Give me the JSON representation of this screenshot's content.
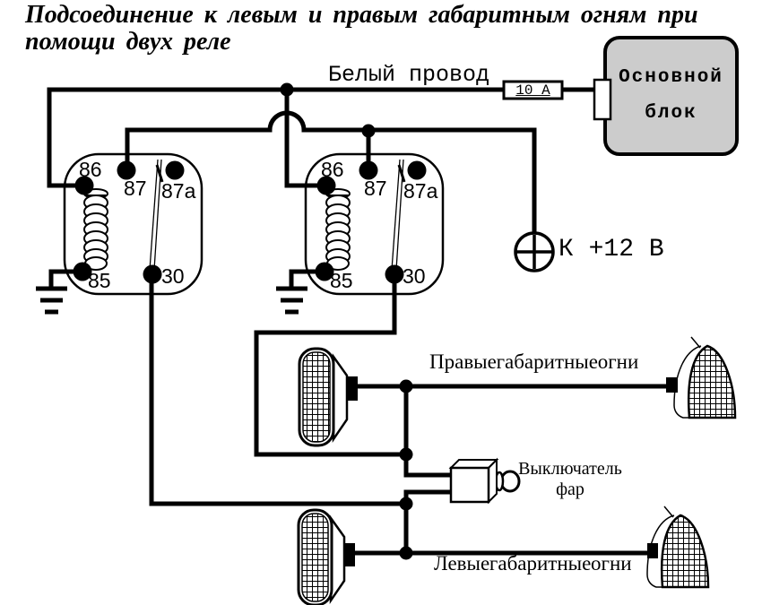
{
  "title": {
    "line1": "Подсоединение к левым и правым габаритным огням при",
    "line2": "помощи двух реле"
  },
  "wiring": {
    "white_wire_label": "Белый провод",
    "fuse_label": "10 А",
    "power_label": "К +12 В"
  },
  "main_block": {
    "line1": "Основной",
    "line2": "блок"
  },
  "relays": {
    "left": {
      "pin_86": "86",
      "pin_87": "87",
      "pin_87a": "87a",
      "pin_85": "85",
      "pin_30": "30"
    },
    "right": {
      "pin_86": "86",
      "pin_87": "87",
      "pin_87a": "87a",
      "pin_85": "85",
      "pin_30": "30"
    }
  },
  "labels": {
    "right_lights": "Правые габаритные огни",
    "left_lights": "Левые габаритные огни",
    "switch_line1": "Выключатель",
    "switch_line2": "фар"
  },
  "colors": {
    "wire": "#000000",
    "block_fill": "#cccccc",
    "background": "#ffffff"
  }
}
